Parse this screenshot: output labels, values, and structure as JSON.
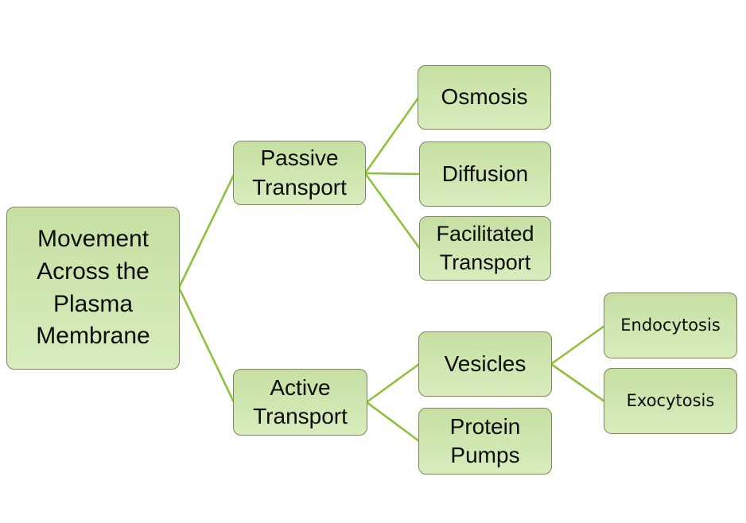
{
  "diagram_title": "Movement Across the Plasma Membrane",
  "nodes": {
    "root": {
      "label": "Movement Across the Plasma Membrane"
    },
    "passive": {
      "label": "Passive Transport"
    },
    "osmosis": {
      "label": "Osmosis"
    },
    "diffusion": {
      "label": "Diffusion"
    },
    "facilitated": {
      "label": "Facilitated Transport"
    },
    "active": {
      "label": "Active Transport"
    },
    "vesicles": {
      "label": "Vesicles"
    },
    "protein_pumps": {
      "label": "Protein Pumps"
    },
    "endocytosis": {
      "label": "Endocytosis"
    },
    "exocytosis": {
      "label": "Exocytosis"
    }
  },
  "colors": {
    "node_fill_top": "#c6e0a3",
    "node_fill_bottom": "#d8ecbd",
    "node_border": "#7d8660",
    "connector": "#8fc13c",
    "text": "#0d0d0d",
    "background": "#ffffff"
  }
}
